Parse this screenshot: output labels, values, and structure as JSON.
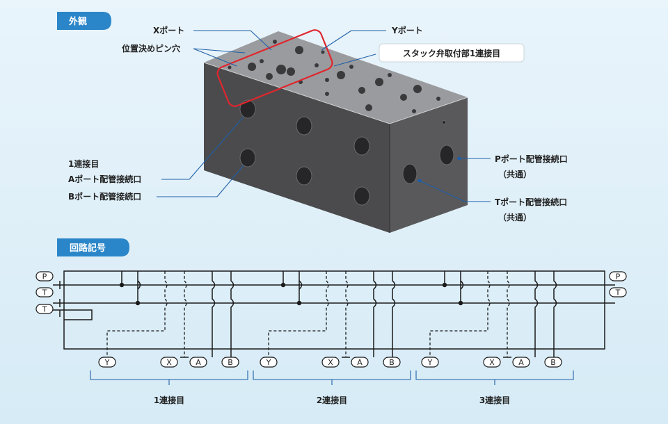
{
  "sections": {
    "appearance": "外観",
    "circuit": "回路記号"
  },
  "callouts": {
    "x_port": "Xポート",
    "pin_hole": "位置決めピン穴",
    "y_port": "Yポート",
    "stack_box": "スタック弁取付部1連接目",
    "station1": "1連接目",
    "a_port": "Aポート配管接続口",
    "b_port": "Bポート配管接続口",
    "p_port": "Pポート配管接続口",
    "p_common": "（共通）",
    "t_port": "Tポート配管接続口",
    "t_common": "（共通）"
  },
  "circuit": {
    "left_ports": [
      "P",
      "T",
      "T"
    ],
    "right_ports": [
      "P",
      "T"
    ],
    "groups": [
      {
        "label": "1連接目",
        "ports": [
          "Y",
          "X",
          "A",
          "B"
        ]
      },
      {
        "label": "2連接目",
        "ports": [
          "Y",
          "X",
          "A",
          "B"
        ]
      },
      {
        "label": "3連接目",
        "ports": [
          "Y",
          "X",
          "A",
          "B"
        ]
      }
    ]
  },
  "colors": {
    "accent": "#2a86c8",
    "leader": "#1d5fa8",
    "highlight": "#e0262e",
    "block": "#4a4a4c"
  }
}
